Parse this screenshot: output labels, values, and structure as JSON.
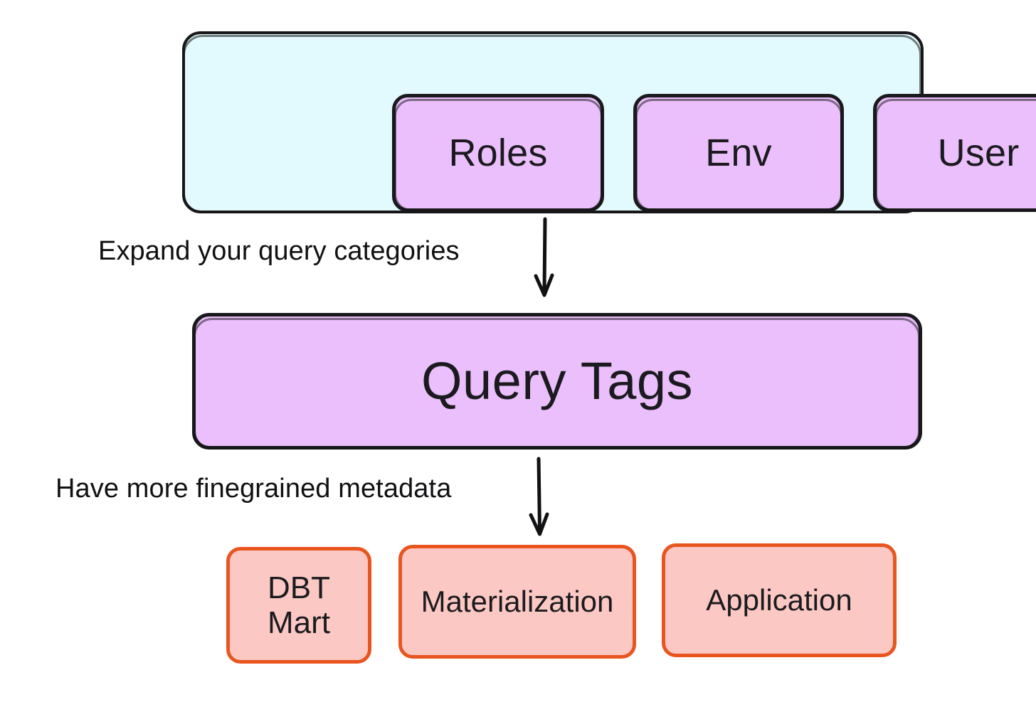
{
  "diagram": {
    "title": "Query Tags",
    "category_group": {
      "name": "query-categories-group",
      "fill": "#e2fafd",
      "stroke": "#18181b",
      "chips": [
        {
          "label": "Roles",
          "fill": "#eabffb",
          "stroke": "#1a1a1d"
        },
        {
          "label": "Env",
          "fill": "#eabffb",
          "stroke": "#1a1a1d"
        },
        {
          "label": "User",
          "fill": "#eabffb",
          "stroke": "#1a1a1d"
        }
      ]
    },
    "central_node": {
      "label": "Query Tags",
      "fill": "#eabffb",
      "stroke": "#1a1a1d"
    },
    "metadata_nodes": [
      {
        "label": "DBT\nMart",
        "line1": "DBT",
        "line2": "Mart",
        "fill": "#fcc8c4",
        "stroke": "#e8551f"
      },
      {
        "label": "Materialization",
        "fill": "#fcc8c4",
        "stroke": "#e8551f"
      },
      {
        "label": "Application",
        "fill": "#fcc8c4",
        "stroke": "#e8551f"
      }
    ],
    "edges": [
      {
        "label": "Expand your query categories",
        "from": "query-categories-group",
        "to": "Query Tags",
        "direction": "down"
      },
      {
        "label": "Have more finegrained metadata",
        "from": "Query Tags",
        "to": "metadata-nodes",
        "direction": "down"
      }
    ],
    "arrow_color": "#111114",
    "background": "#ffffff"
  }
}
